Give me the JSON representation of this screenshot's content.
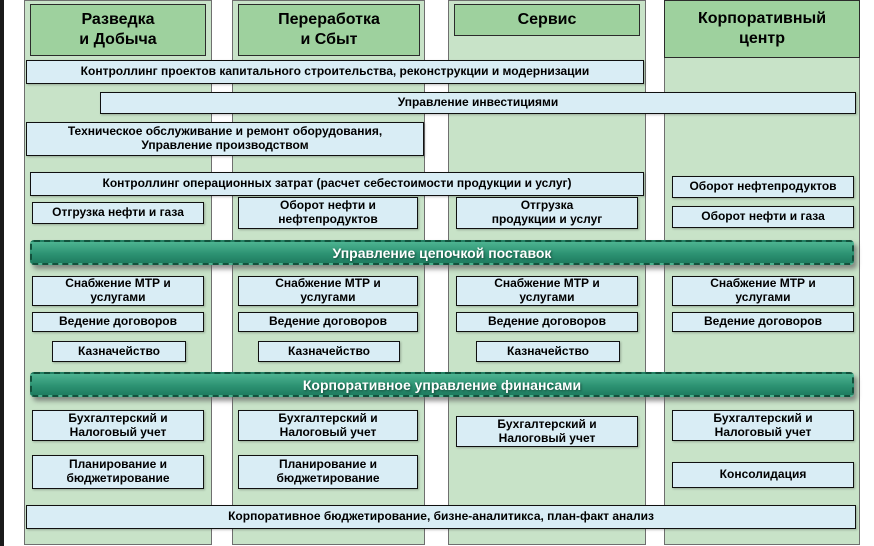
{
  "columns": [
    {
      "title": "Разведка\nи Добыча"
    },
    {
      "title": "Переработка\nи Сбыт"
    },
    {
      "title": "Сервис"
    },
    {
      "title": "Корпоративный\nцентр"
    }
  ],
  "boxes": {
    "capital_projects": "Контроллинг проектов капитального строительства, реконструкции и модернизации",
    "investments": "Управление инвестициями",
    "maintenance": "Техническое обслуживание и ремонт оборудования,\nУправление производством",
    "opex": "Контроллинг операционных затрат (расчет себестоимости продукции и услуг)",
    "shipment_oil_gas": "Отгрузка нефти и газа",
    "turnover_oil_products": "Оборот нефти и\nнефтепродуктов",
    "shipment_products": "Отгрузка\nпродукции и услуг",
    "turnover_petroleum": "Оборот нефтепродуктов",
    "turnover_oil_gas_corp": "Оборот нефти и газа",
    "supply_chain_banner": "Управление цепочкой поставок",
    "mtr_supply": "Снабжение МТР и\nуслугами",
    "contracts": "Ведение договоров",
    "treasury": "Казначейство",
    "finance_banner": "Корпоративное управление финансами",
    "accounting": "Бухгалтерский и\nНалоговый учет",
    "planning": "Планирование и\nбюджетирование",
    "consolidation": "Консолидация",
    "bottom": "Корпоративное бюджетирование, бизне-аналитикса,  план-факт анализ"
  }
}
